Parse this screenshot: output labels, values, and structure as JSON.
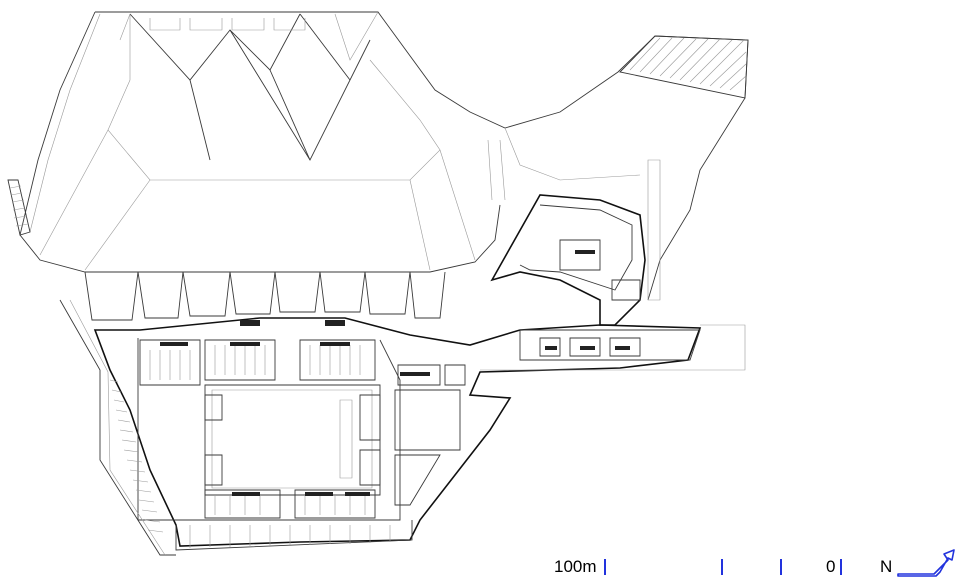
{
  "scale_bar": {
    "start_label": "100m",
    "end_label": "0",
    "tick_color": "#2233dd"
  },
  "north_arrow": {
    "label": "N",
    "color": "#2233dd",
    "icon": "north-arrow-icon"
  }
}
